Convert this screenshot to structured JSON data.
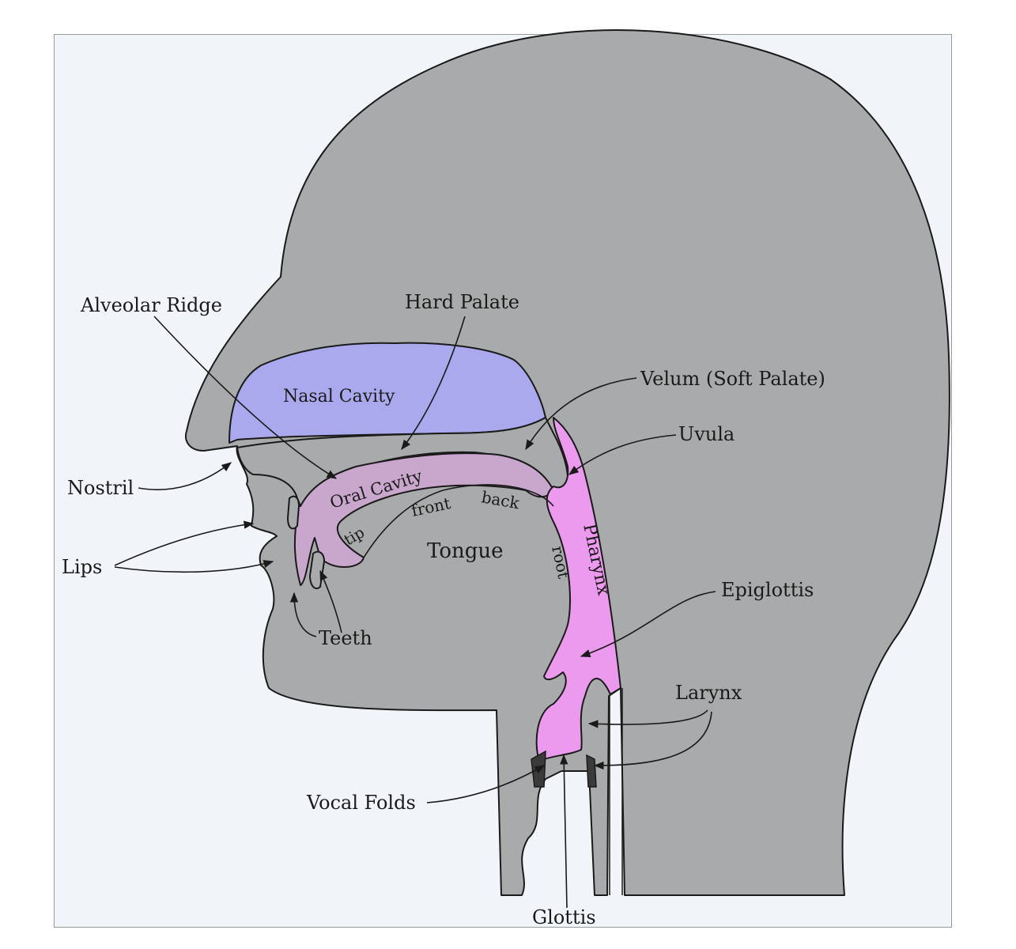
{
  "colors": {
    "background": "#f1f4f9",
    "head": "#a9aaab",
    "nasal_cavity": "#aaa9ee",
    "oral_cavity": "#c9a6cc",
    "pharynx": "#ec9aee",
    "outline": "#1a1a1a"
  },
  "labels": {
    "alveolar_ridge": "Alveolar Ridge",
    "hard_palate": "Hard Palate",
    "velum": "Velum (Soft Palate)",
    "uvula": "Uvula",
    "nasal_cavity": "Nasal Cavity",
    "oral_cavity": "Oral Cavity",
    "nostril": "Nostril",
    "lips": "Lips",
    "tip": "tip",
    "front": "front",
    "back": "back",
    "tongue": "Tongue",
    "root": "root",
    "pharynx": "Pharynx",
    "epiglottis": "Epiglottis",
    "teeth": "Teeth",
    "larynx": "Larynx",
    "vocal_folds": "Vocal Folds",
    "glottis": "Glottis"
  }
}
